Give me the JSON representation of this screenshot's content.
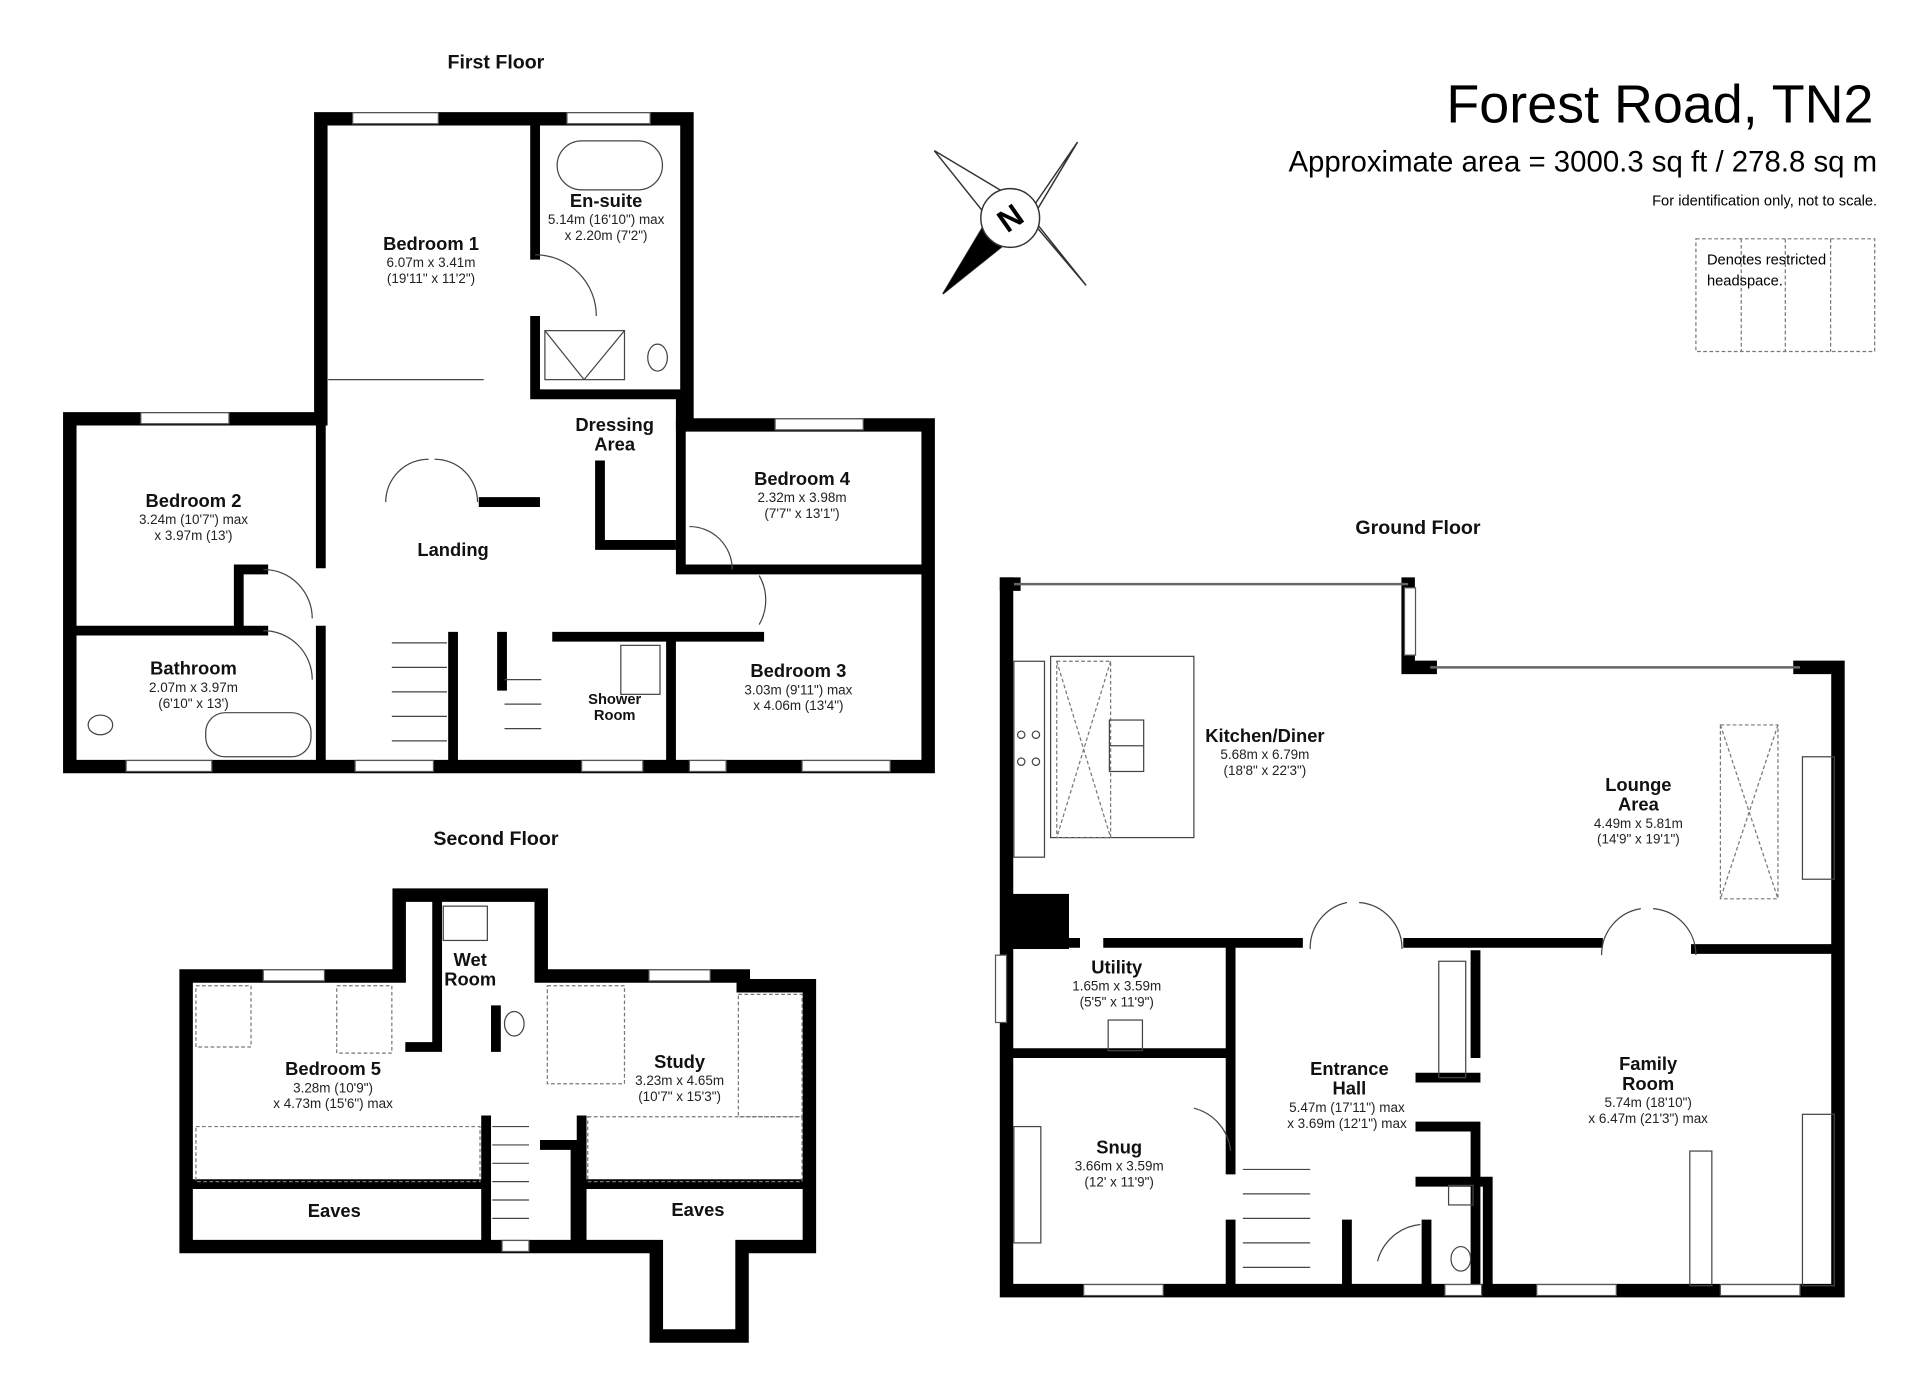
{
  "header": {
    "title": "Forest Road, TN2",
    "area": "Approximate area = 3000.3 sq ft / 278.8 sq m",
    "disclaimer": "For identification only, not to scale.",
    "legend_line1": "Denotes restricted",
    "legend_line2": "headspace."
  },
  "compass": {
    "label": "N"
  },
  "floors": {
    "first": {
      "label": "First Floor",
      "rooms": {
        "bedroom1": {
          "name": "Bedroom 1",
          "dim1": "6.07m x 3.41m",
          "dim2": "(19'11\" x 11'2\")"
        },
        "ensuite": {
          "name": "En-suite",
          "dim1": "5.14m (16'10\") max",
          "dim2": "x 2.20m (7'2\")"
        },
        "dressing": {
          "name1": "Dressing",
          "name2": "Area"
        },
        "bedroom2": {
          "name": "Bedroom 2",
          "dim1": "3.24m (10'7\") max",
          "dim2": "x 3.97m (13')"
        },
        "landing": {
          "name": "Landing"
        },
        "bedroom4": {
          "name": "Bedroom 4",
          "dim1": "2.32m x 3.98m",
          "dim2": "(7'7\" x 13'1\")"
        },
        "bathroom": {
          "name": "Bathroom",
          "dim1": "2.07m x 3.97m",
          "dim2": "(6'10\" x 13')"
        },
        "shower": {
          "name1": "Shower",
          "name2": "Room"
        },
        "bedroom3": {
          "name": "Bedroom 3",
          "dim1": "3.03m (9'11\") max",
          "dim2": "x 4.06m (13'4\")"
        }
      }
    },
    "second": {
      "label": "Second Floor",
      "rooms": {
        "wetroom": {
          "name1": "Wet",
          "name2": "Room"
        },
        "bedroom5": {
          "name": "Bedroom 5",
          "dim1": "3.28m (10'9\")",
          "dim2": "x 4.73m (15'6\") max"
        },
        "study": {
          "name": "Study",
          "dim1": "3.23m x 4.65m",
          "dim2": "(10'7\" x 15'3\")"
        },
        "eaves_left": {
          "name": "Eaves"
        },
        "eaves_right": {
          "name": "Eaves"
        }
      }
    },
    "ground": {
      "label": "Ground Floor",
      "rooms": {
        "kitchen": {
          "name": "Kitchen/Diner",
          "dim1": "5.68m x 6.79m",
          "dim2": "(18'8\" x 22'3\")"
        },
        "lounge": {
          "name1": "Lounge",
          "name2": "Area",
          "dim1": "4.49m x 5.81m",
          "dim2": "(14'9\" x 19'1\")"
        },
        "utility": {
          "name": "Utility",
          "dim1": "1.65m x 3.59m",
          "dim2": "(5'5\" x 11'9\")"
        },
        "hall": {
          "name1": "Entrance",
          "name2": "Hall",
          "dim1": "5.47m (17'11\") max",
          "dim2": "x 3.69m (12'1\") max"
        },
        "family": {
          "name1": "Family",
          "name2": "Room",
          "dim1": "5.74m (18'10\")",
          "dim2": "x 6.47m (21'3\") max"
        },
        "snug": {
          "name": "Snug",
          "dim1": "3.66m x 3.59m",
          "dim2": "(12' x 11'9\")"
        }
      }
    }
  }
}
